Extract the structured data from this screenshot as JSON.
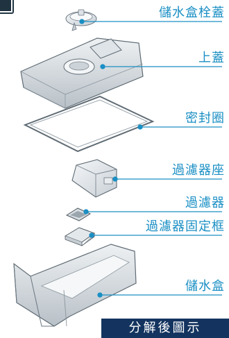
{
  "labels": {
    "cap": "儲水盒栓蓋",
    "top_cover": "上蓋",
    "seal_ring": "密封圈",
    "filter_seat": "過濾器座",
    "filter": "過濾器",
    "filter_holder": "過濾器固定框",
    "water_tank": "儲水盒"
  },
  "banner": "分解後圖示",
  "colors": {
    "accent": "#1a8fc4",
    "banner_bg": "#14345f",
    "line": "#1a8fc4"
  }
}
